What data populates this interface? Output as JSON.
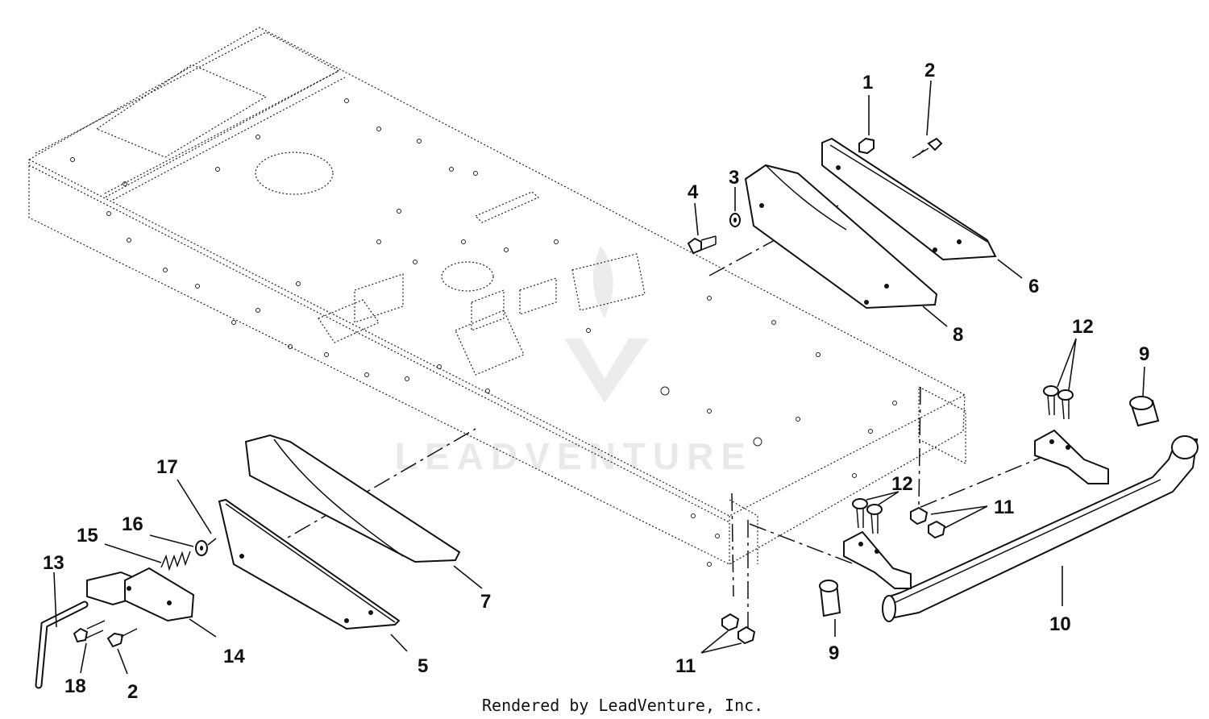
{
  "diagram": {
    "callouts": [
      {
        "id": "c1",
        "label": "1"
      },
      {
        "id": "c2a",
        "label": "2"
      },
      {
        "id": "c3",
        "label": "3"
      },
      {
        "id": "c4",
        "label": "4"
      },
      {
        "id": "c6",
        "label": "6"
      },
      {
        "id": "c8",
        "label": "8"
      },
      {
        "id": "c12a",
        "label": "12"
      },
      {
        "id": "c9a",
        "label": "9"
      },
      {
        "id": "c12b",
        "label": "12"
      },
      {
        "id": "c11a",
        "label": "11"
      },
      {
        "id": "c17",
        "label": "17"
      },
      {
        "id": "c16",
        "label": "16"
      },
      {
        "id": "c15",
        "label": "15"
      },
      {
        "id": "c13",
        "label": "13"
      },
      {
        "id": "c7",
        "label": "7"
      },
      {
        "id": "c14",
        "label": "14"
      },
      {
        "id": "c5",
        "label": "5"
      },
      {
        "id": "c18",
        "label": "18"
      },
      {
        "id": "c2b",
        "label": "2"
      },
      {
        "id": "c11b",
        "label": "11"
      },
      {
        "id": "c9b",
        "label": "9"
      },
      {
        "id": "c10",
        "label": "10"
      }
    ],
    "watermark": "LEADVENTURE",
    "footer": "Rendered by LeadVenture, Inc."
  },
  "colors": {
    "ink": "#111111",
    "watermark": "#e9e9e9",
    "background": "#ffffff"
  }
}
